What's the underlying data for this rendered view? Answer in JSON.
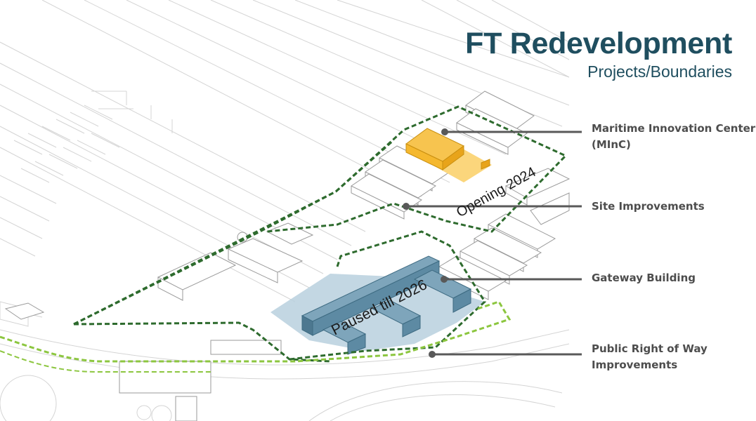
{
  "title": "FT Redevelopment",
  "subtitle": "Projects/Boundaries",
  "callouts": {
    "minc": {
      "line1": "Maritime Innovation Center",
      "line2": "(MInC)"
    },
    "site": {
      "line1": "Site Improvements"
    },
    "gateway": {
      "line1": "Gateway Building"
    },
    "row": {
      "line1": "Public Right of Way",
      "line2": "Improvements"
    }
  },
  "map_labels": {
    "opening": "Opening 2024",
    "paused": "Paused till 2026"
  },
  "colors": {
    "title": "#1f4e5f",
    "callout_text": "#4d4d4d",
    "boundary_dark": "#2e6b2e",
    "boundary_light": "#8cc63f",
    "minc_building": "#f5b82e",
    "gateway_building": "#5d8aa3",
    "gateway_site": "#b9d0de"
  },
  "icons": {
    "callout_leader": "leader-line-dot"
  }
}
